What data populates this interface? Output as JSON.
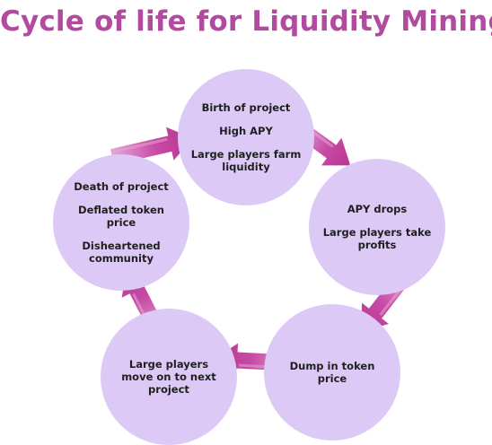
{
  "title": "Cycle of life for Liquidity Mining",
  "colors": {
    "title": "#b24aa0",
    "circle": "#dcc9f5",
    "arrow": "#c64aa4",
    "arrow_highlight": "#e6a6d6",
    "text": "#1f1f1f"
  },
  "nodes": [
    {
      "lines": [
        "Birth of project",
        "High APY",
        "Large players farm\nliquidity"
      ]
    },
    {
      "lines": [
        "APY drops",
        "Large players take\nprofits"
      ]
    },
    {
      "lines": [
        "Dump in token\nprice"
      ]
    },
    {
      "lines": [
        "Large players\nmove on to next\nproject"
      ]
    },
    {
      "lines": [
        "Death of project",
        "Deflated token\nprice",
        "Disheartened\ncommunity"
      ]
    }
  ],
  "arrows": [
    {
      "from": "Birth of project",
      "to": "APY drops",
      "icon": "arrow-icon"
    },
    {
      "from": "APY drops",
      "to": "Dump in token price",
      "icon": "arrow-icon"
    },
    {
      "from": "Dump in token price",
      "to": "Large players move on to next project",
      "icon": "arrow-icon"
    },
    {
      "from": "Large players move on to next project",
      "to": "Death of project",
      "icon": "arrow-icon"
    },
    {
      "from": "Death of project",
      "to": "Birth of project",
      "icon": "arrow-icon"
    }
  ]
}
